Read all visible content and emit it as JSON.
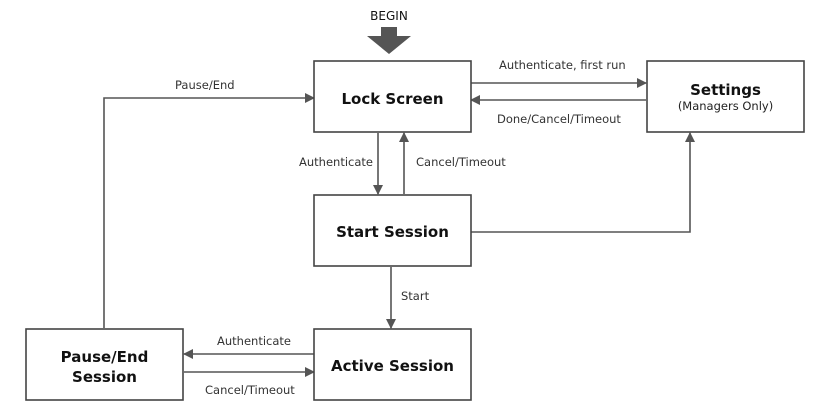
{
  "begin": {
    "label": "BEGIN"
  },
  "nodes": {
    "lock_screen": {
      "title": "Lock Screen"
    },
    "settings": {
      "title": "Settings",
      "subtitle": "(Managers Only)"
    },
    "start_session": {
      "title": "Start Session"
    },
    "active_session": {
      "title": "Active Session"
    },
    "pause_end_session": {
      "title_line1": "Pause/End",
      "title_line2": "Session"
    }
  },
  "edges": {
    "authenticate_first_run": "Authenticate, first run",
    "done_cancel_timeout": "Done/Cancel/Timeout",
    "pause_end": "Pause/End",
    "authenticate_down": "Authenticate",
    "cancel_timeout_up": "Cancel/Timeout",
    "start": "Start",
    "authenticate_left": "Authenticate",
    "cancel_timeout_right": "Cancel/Timeout"
  },
  "colors": {
    "box_stroke": "#444444",
    "arrow": "#555555",
    "text": "#111111"
  }
}
